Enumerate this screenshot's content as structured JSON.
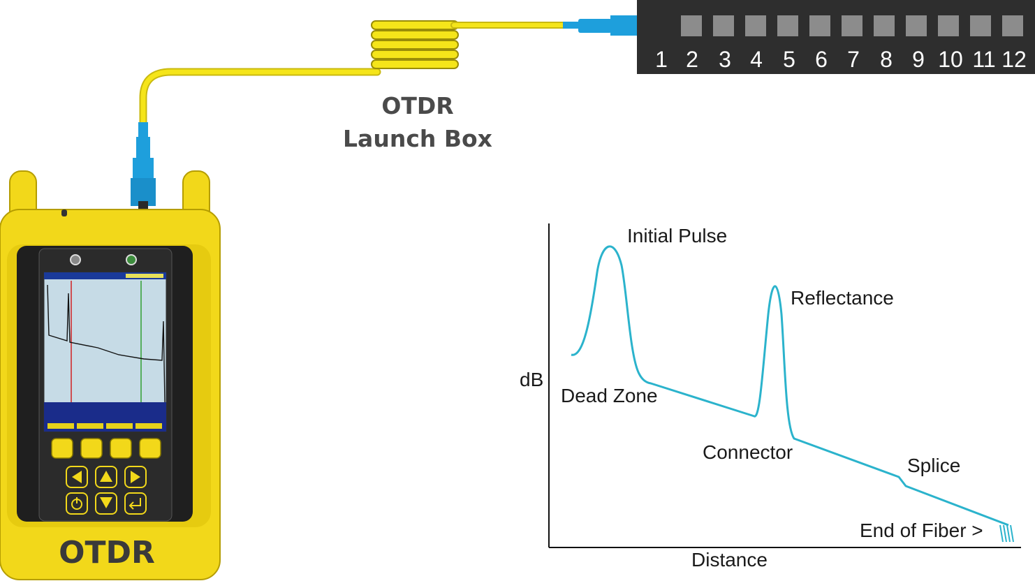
{
  "panel": {
    "ports": [
      "1",
      "2",
      "3",
      "4",
      "5",
      "6",
      "7",
      "8",
      "9",
      "10",
      "11",
      "12"
    ]
  },
  "launch_box": {
    "line1": "OTDR",
    "line2": "Launch Box"
  },
  "device": {
    "label": "OTDR"
  },
  "trace": {
    "ylabel": "dB",
    "xlabel": "Distance",
    "annotations": {
      "initial_pulse": "Initial Pulse",
      "reflectance": "Reflectance",
      "dead_zone": "Dead Zone",
      "connector": "Connector",
      "splice": "Splice",
      "end_of_fiber": "End of Fiber >"
    }
  },
  "colors": {
    "fiber": "#f5e51a",
    "connector": "#1e9fdc",
    "trace": "#2bb3cc",
    "device_body": "#f2d81a",
    "panel": "#2e2e2e"
  }
}
